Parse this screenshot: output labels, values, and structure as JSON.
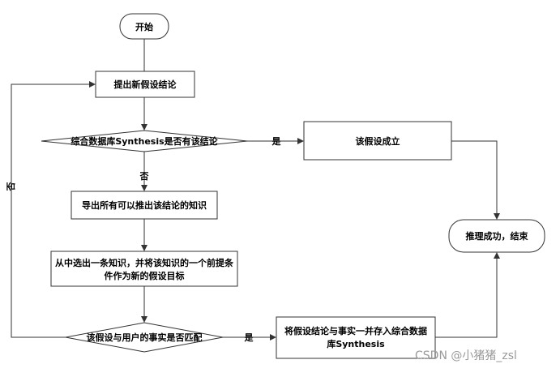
{
  "nodes": {
    "start": "开始",
    "propose": "提出新假设结论",
    "check_db": "综合数据库Synthesis是否有该结论",
    "hypothesis_true": "该假设成立",
    "derive": "导出所有可以推出该结论的知识",
    "select_line1": "从中选出一条知识，并将该知识的一个前提条",
    "select_line2": "件作为新的假设目标",
    "match": "该假设与用户的事实是否匹配",
    "store_line1": "将假设结论与事实一并存入综合数据",
    "store_line2": "库Synthesis",
    "end": "推理成功，结束"
  },
  "edges": {
    "db_yes": "是",
    "db_no": "否",
    "match_yes": "是",
    "match_no": "否"
  },
  "watermark": "CSDN @小猪猪_zsl"
}
